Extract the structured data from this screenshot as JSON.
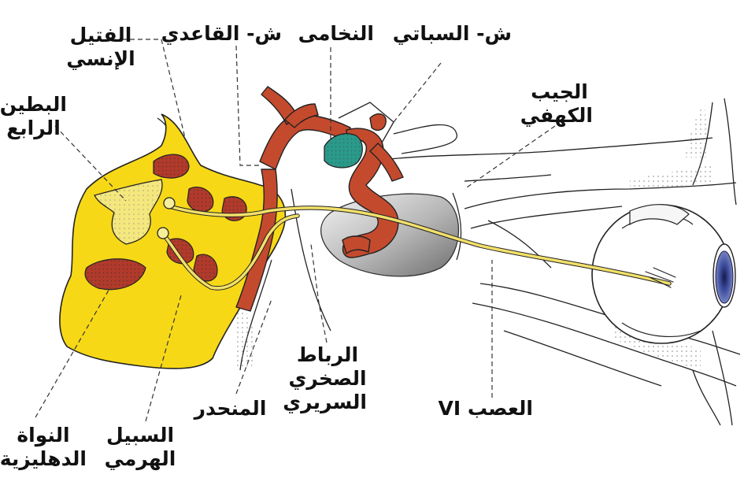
{
  "labels": {
    "medial_eminence": [
      "الفتيل",
      "الإنسي"
    ],
    "fourth_ventricle": [
      "البطين",
      "الرابع"
    ],
    "basilar_artery": [
      "ش- القاعدي"
    ],
    "pituitary": [
      "النخامى"
    ],
    "sphenoid": [
      "ش- السباتي"
    ],
    "cavernous_sinus": [
      "الجيب",
      "الكهفي"
    ],
    "petroclinoid_ligament": [
      "الرباط",
      "الصخري",
      "السريري"
    ],
    "clivus": [
      "المنحدر"
    ],
    "abducens_nerve": [
      "العصب VI"
    ],
    "vestibular_nucleus": [
      "النواة",
      "الدهليزية"
    ],
    "pyramidal_tract": [
      "السبيل",
      "الهرمي"
    ]
  },
  "colors": {
    "brainstem": "#f7d817",
    "nuclei": "#b23a2a",
    "artery": "#c44a2e",
    "pituitary": "#2a9a8a",
    "nerve": "#f2e06a",
    "iris": "#3b4a9a",
    "sinus": "#8c8c8c"
  }
}
